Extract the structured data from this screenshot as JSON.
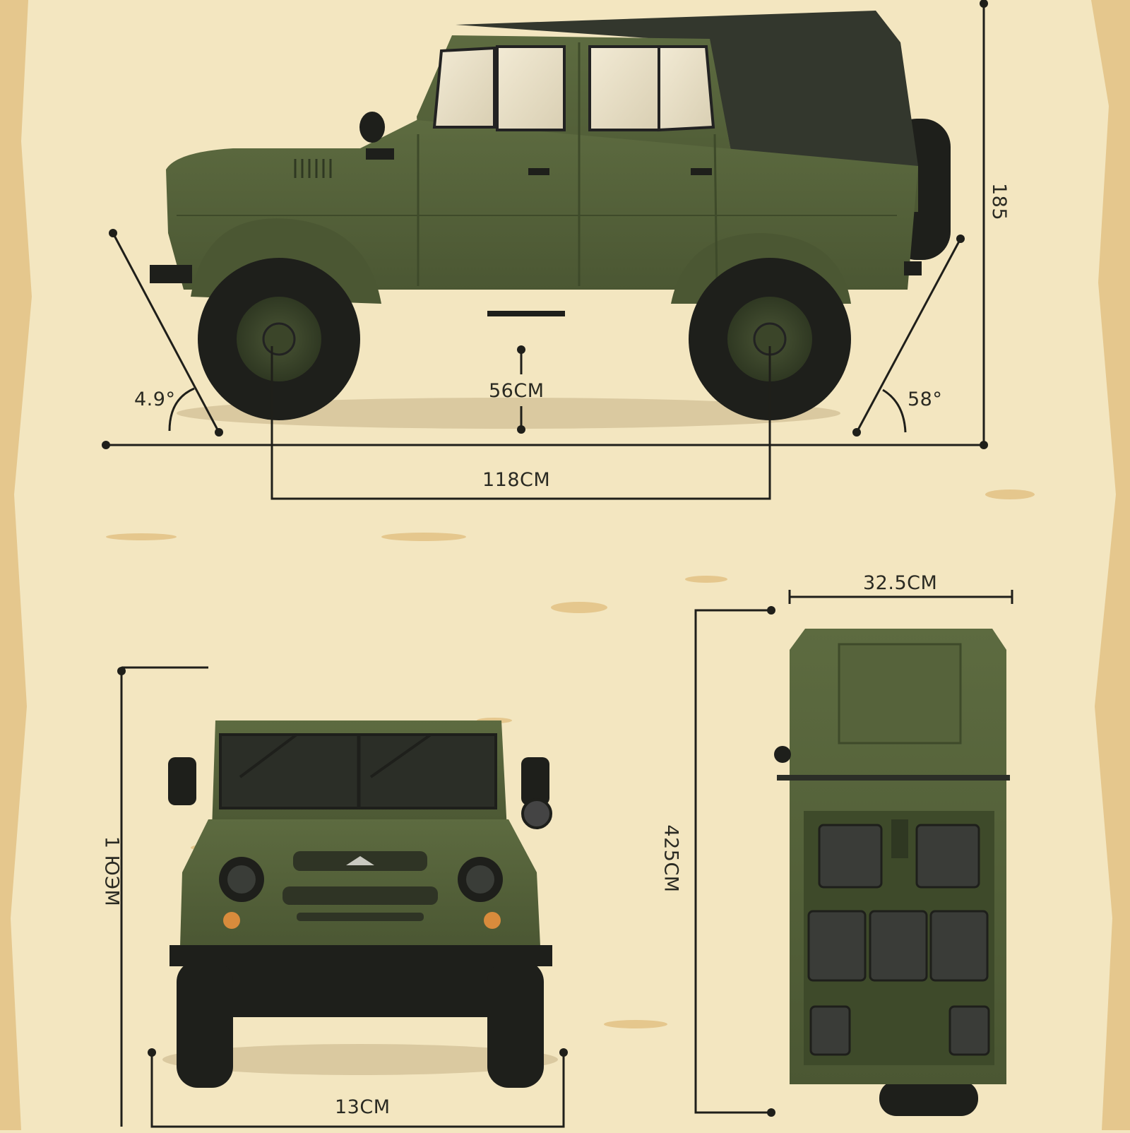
{
  "colors": {
    "paper": "#f3e6c0",
    "paper_stain": "#d8b06a",
    "body_green": "#56633b",
    "body_green_dark": "#3e4a2a",
    "canvas_top": "#33372d",
    "tire": "#1e1f1b",
    "line": "#1f1f1a"
  },
  "side_view": {
    "angle_front": "4.9°",
    "angle_rear": "58°",
    "ground_clearance": "56CM",
    "wheelbase": "118CM",
    "height": "185"
  },
  "front_view": {
    "height": "1 ЮЭМ",
    "track_width": "13CM"
  },
  "top_view": {
    "width": "32.5CM",
    "length": "425CM"
  }
}
